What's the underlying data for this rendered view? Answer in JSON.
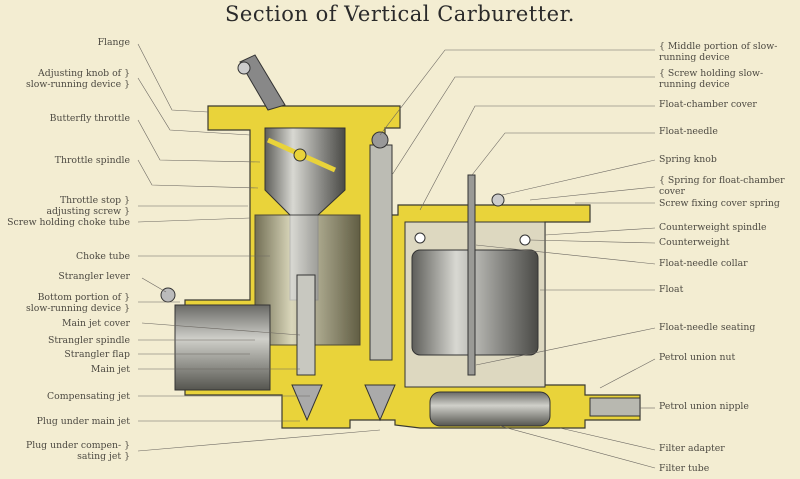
{
  "title": "Section of Vertical Carburetter.",
  "left_labels": [
    "Flange",
    "Adjusting knob of }\nslow-running device }",
    "Butterfly throttle",
    "Throttle spindle",
    "Throttle stop }\nadjusting screw }",
    "Screw holding choke tube",
    "Choke tube",
    "Strangler lever",
    "Bottom portion of }\nslow-running device }",
    "Main jet cover",
    "Strangler spindle",
    "Strangler flap",
    "Main jet",
    "Compensating jet",
    "Plug under main jet",
    "Plug under compen- }\nsating jet }"
  ],
  "right_labels": [
    "{ Middle portion of slow-\nrunning device",
    "{ Screw holding slow-\nrunning device",
    "Float-chamber cover",
    "Float-needle",
    "Spring knob",
    "{ Spring for float-chamber\ncover",
    "Screw fixing cover spring",
    "Counterweight spindle",
    "Counterweight",
    "Float-needle collar",
    "Float",
    "Float-needle seating",
    "Petrol union nut",
    "Petrol union nipple",
    "Filter adapter",
    "Filter tube"
  ],
  "colors": {
    "brass": "#e9d33a",
    "steel": "#9a9a96",
    "paper": "#f3edd2"
  }
}
